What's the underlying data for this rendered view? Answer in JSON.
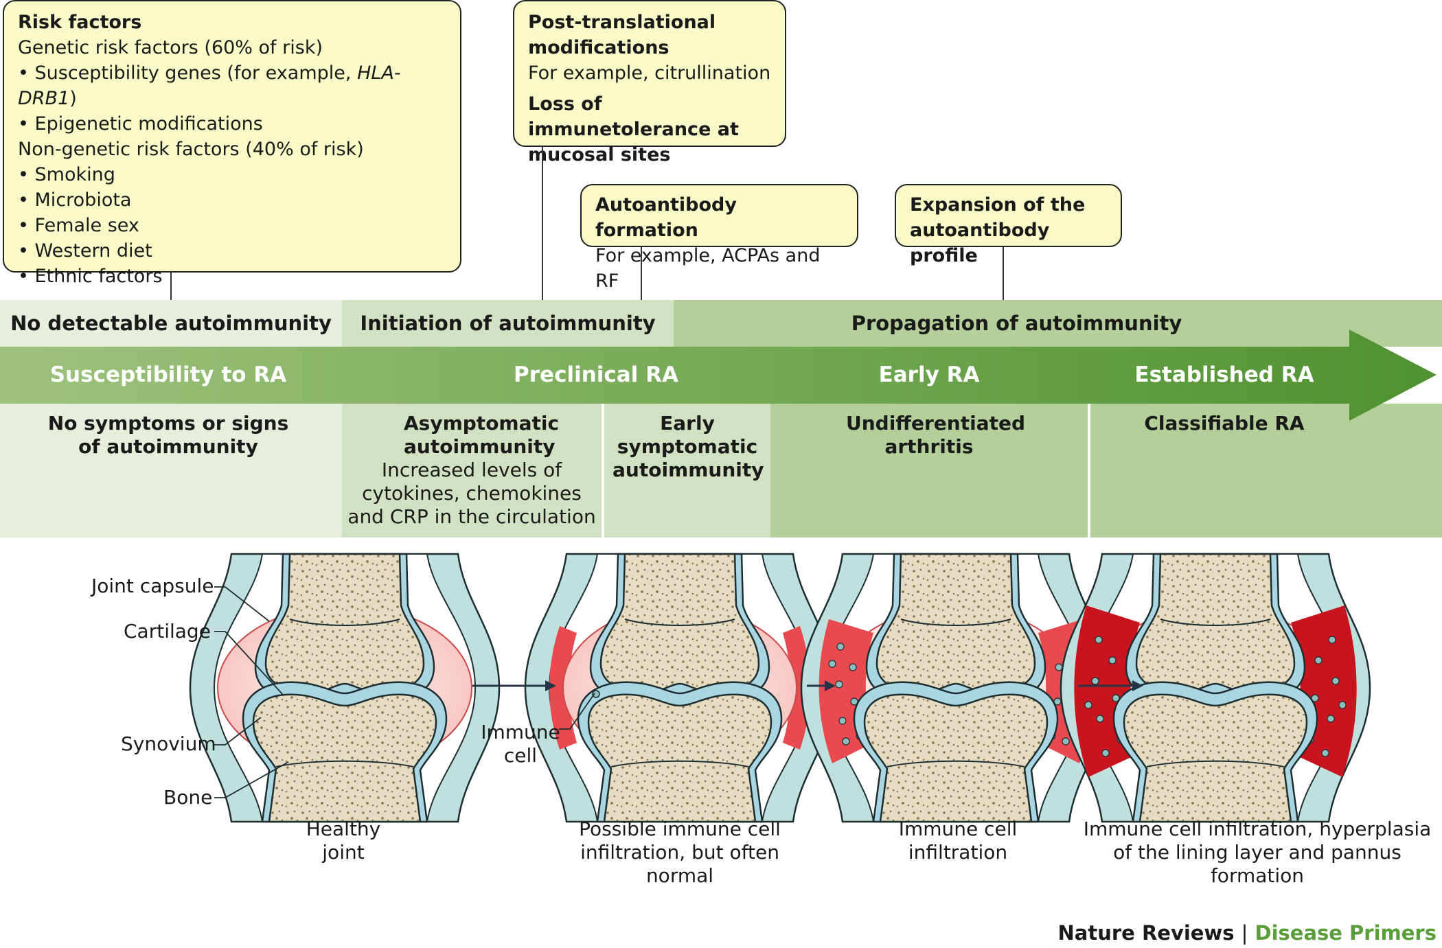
{
  "risk_box": {
    "title": "Risk factors",
    "genetic_heading": "Genetic risk factors (60% of risk)",
    "genetic_items": [
      {
        "text": "Susceptibility genes (for example, ",
        "italic": "HLA-DRB1",
        "after": ")"
      },
      {
        "text": "Epigenetic modifications",
        "italic": "",
        "after": ""
      }
    ],
    "nongenetic_heading": "Non-genetic risk factors (40% of risk)",
    "nongenetic_items": [
      "Smoking",
      "Microbiota",
      "Female sex",
      "Western diet",
      "Ethnic factors"
    ]
  },
  "ptm_box": {
    "title": "Post-translational modifications",
    "example": "For example, citrullination",
    "title2": "Loss of immunetolerance at mucosal sites"
  },
  "autoab_box": {
    "title": "Autoantibody formation",
    "example": "For example, ACPAs and RF"
  },
  "expansion_box": {
    "title": "Expansion of the autoantibody profile"
  },
  "autoimmunity_bands": [
    "No detectable autoimmunity",
    "Initiation of autoimmunity",
    "Propagation of autoimmunity"
  ],
  "stages": [
    "Susceptibility to RA",
    "Preclinical RA",
    "Early RA",
    "Established RA"
  ],
  "sub_panels": {
    "no_symptoms": "No symptoms or signs of autoimmunity",
    "asymptomatic_title": "Asymptomatic autoimmunity",
    "asymptomatic_desc": "Increased levels of cytokines, chemokines and CRP in the circulation",
    "early_symptomatic": "Early symptomatic autoimmunity",
    "undifferentiated": "Undifferentiated arthritis",
    "classifiable": "Classifiable RA"
  },
  "joint_labels": {
    "capsule": "Joint capsule",
    "cartilage": "Cartilage",
    "synovium": "Synovium",
    "bone": "Bone",
    "immune_cell": "Immune cell"
  },
  "captions": [
    "Healthy joint",
    "Possible immune cell infiltration, but often normal",
    "Immune cell infiltration",
    "Immune cell infiltration, hyperplasia of the lining layer and pannus formation"
  ],
  "footer": {
    "brand": "Nature Reviews",
    "separator": "|",
    "series": "Disease Primers"
  },
  "colors": {
    "box_fill": "#fafac8",
    "band_light": "#e6eedc",
    "band_mid": "#d1e1c1",
    "band_dark": "#b5cf9b",
    "arrow_start": "#9dc27d",
    "arrow_end": "#4f9130",
    "capsule": "#bfe0dc",
    "cartilage": "#a9d6e2",
    "bone": "#e5dcc1",
    "synovium_pale": "#f8c9c5",
    "synovium_red": "#e84a50",
    "pannus_red": "#c8141e",
    "footer_green": "#5a9e3a"
  }
}
